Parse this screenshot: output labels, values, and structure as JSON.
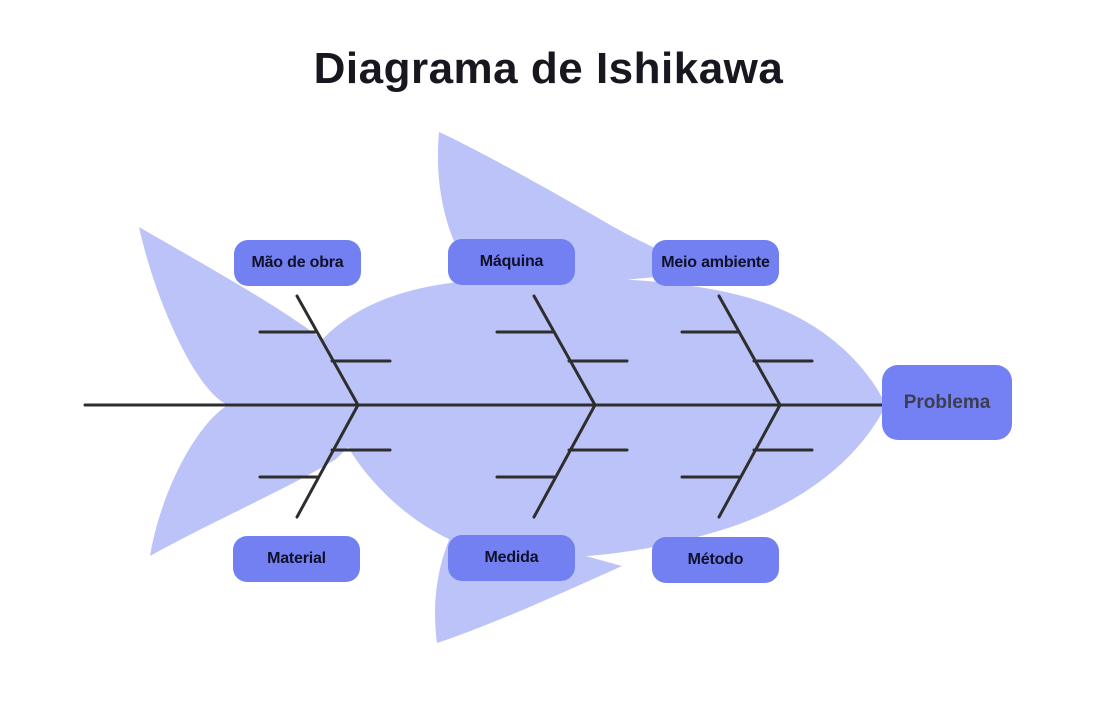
{
  "title": "Diagrama de Ishikawa",
  "diagram": {
    "type": "ishikawa-fishbone",
    "effect": {
      "label": "Problema"
    },
    "categories": [
      {
        "label": "Mão de obra",
        "side": "top"
      },
      {
        "label": "Máquina",
        "side": "top"
      },
      {
        "label": "Meio ambiente",
        "side": "top"
      },
      {
        "label": "Material",
        "side": "bottom"
      },
      {
        "label": "Medida",
        "side": "bottom"
      },
      {
        "label": "Método",
        "side": "bottom"
      }
    ],
    "colors": {
      "fish_body": "#bcc3f8",
      "category_box": "#7380f2",
      "effect_box": "#7381f4",
      "bone_line": "#2e2e2e",
      "category_text": "#101028",
      "effect_text": "#3d3d52",
      "title_text": "#17171f"
    }
  }
}
